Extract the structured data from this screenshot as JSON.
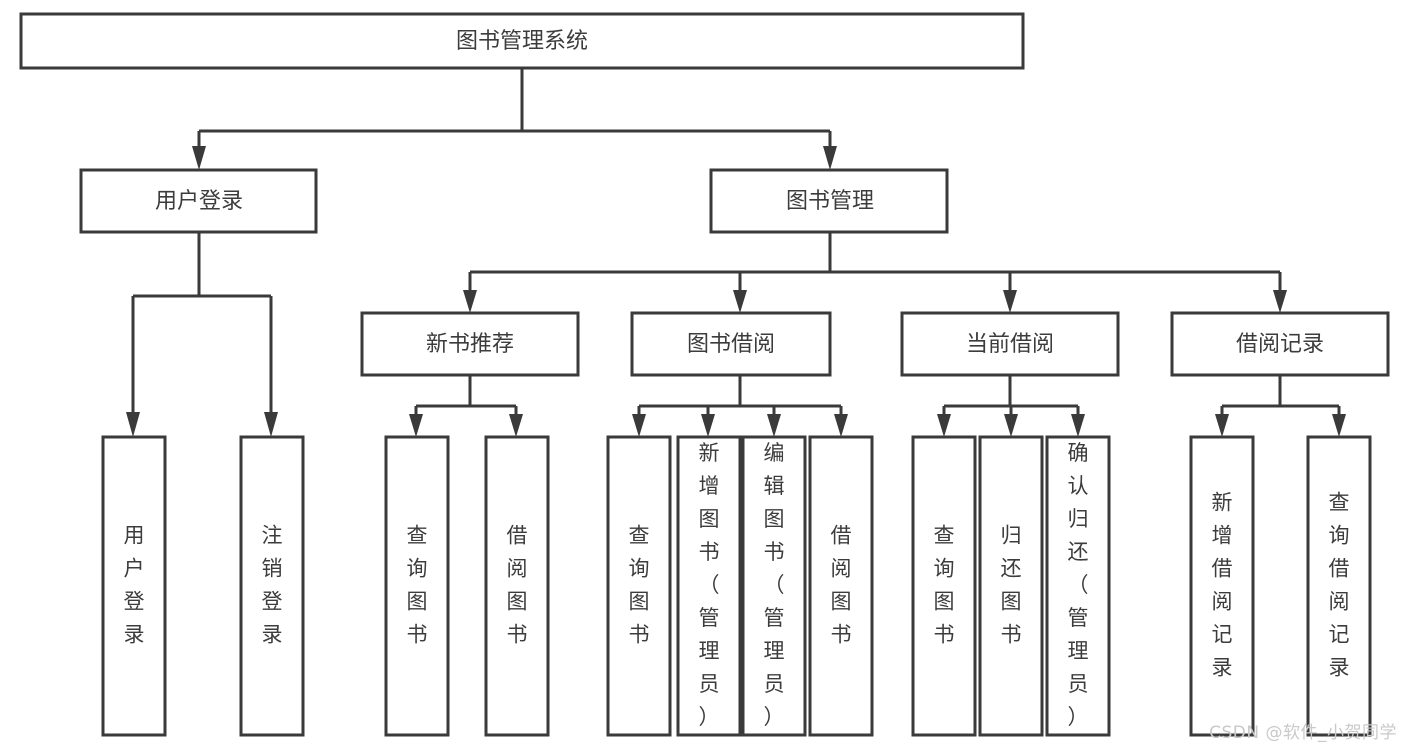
{
  "diagram": {
    "title": "图书管理系统",
    "type": "tree-hierarchy",
    "watermark": "CSDN @软件_小贺同学",
    "colors": {
      "stroke": "#3a3a3a",
      "fill": "#ffffff",
      "text": "#3c3c3c",
      "watermark": "#c9c9c9"
    },
    "levels": {
      "root": {
        "label": "图书管理系统"
      },
      "level2": [
        {
          "label": "用户登录"
        },
        {
          "label": "图书管理"
        }
      ],
      "level3": [
        {
          "label": "新书推荐"
        },
        {
          "label": "图书借阅"
        },
        {
          "label": "当前借阅"
        },
        {
          "label": "借阅记录"
        }
      ],
      "leaves": {
        "user_login": [
          {
            "label": "用户登录"
          },
          {
            "label": "注销登录"
          }
        ],
        "new_book_recommend": [
          {
            "label": "查询图书"
          },
          {
            "label": "借阅图书"
          }
        ],
        "book_borrow": [
          {
            "label": "查询图书"
          },
          {
            "label": "新增图书（管理员）"
          },
          {
            "label": "编辑图书（管理员）"
          },
          {
            "label": "借阅图书"
          }
        ],
        "current_borrow": [
          {
            "label": "查询图书"
          },
          {
            "label": "归还图书"
          },
          {
            "label": "确认归还（管理员）"
          }
        ],
        "borrow_record": [
          {
            "label": "新增借阅记录"
          },
          {
            "label": "查询借阅记录"
          }
        ]
      }
    }
  }
}
